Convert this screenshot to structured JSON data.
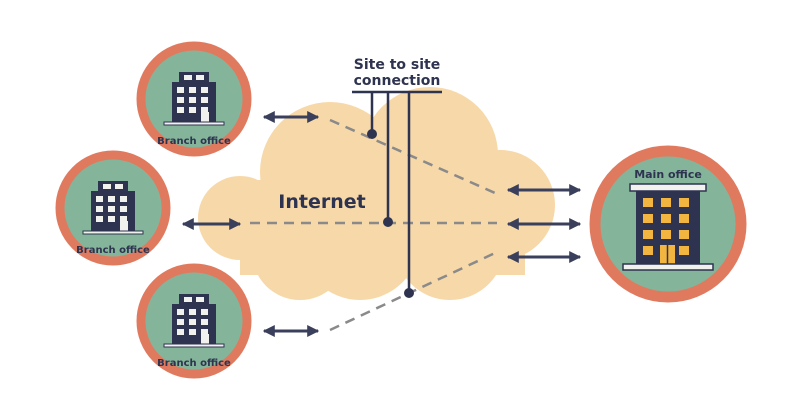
{
  "diagram": {
    "title_line1": "Site to site",
    "title_line2": "connection",
    "cloud_label": "Internet",
    "branch_offices": [
      {
        "label": "Branch office"
      },
      {
        "label": "Branch office"
      },
      {
        "label": "Branch office"
      }
    ],
    "main_office": {
      "label": "Main office"
    }
  },
  "colors": {
    "ring": "#e07a5f",
    "node_fill": "#84b59a",
    "cloud": "#f7d8a8",
    "ink": "#2e3350",
    "dash": "#8a8a8a",
    "window": "#f1f1ee",
    "window_main": "#f2b53f"
  }
}
